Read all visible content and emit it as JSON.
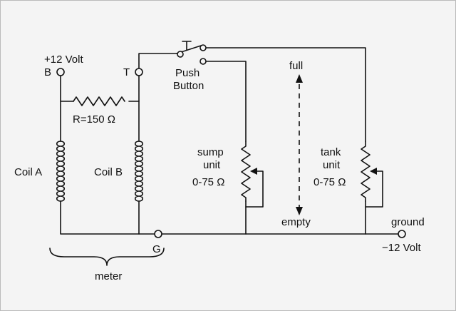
{
  "diagram": {
    "labels": {
      "supply_plus": "+12 Volt",
      "terminal_b": "B",
      "terminal_t": "T",
      "terminal_g": "G",
      "push_button": [
        "Push",
        "Button"
      ],
      "resistor": "R=150 Ω",
      "coil_a": "Coil A",
      "coil_b": "Coil B",
      "sump_unit": [
        "sump",
        "unit"
      ],
      "sump_range": "0-75 Ω",
      "tank_unit": [
        "tank",
        "unit"
      ],
      "tank_range": "0-75 Ω",
      "full": "full",
      "empty": "empty",
      "ground": "ground",
      "supply_minus": "−12 Volt",
      "meter": "meter"
    }
  }
}
